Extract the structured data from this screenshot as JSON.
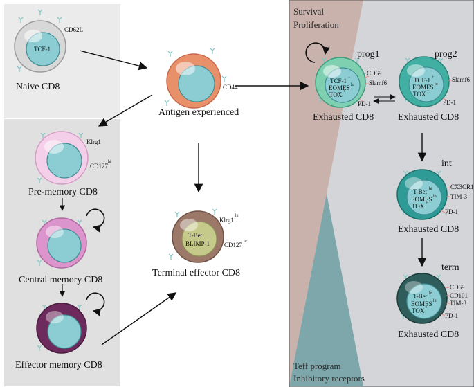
{
  "panels": {
    "survival_label": "Survival",
    "proliferation_label": "Proliferation",
    "teff_label": "Teff program",
    "inhibitory_label": "Inhibitory receptors"
  },
  "cells": {
    "naive": {
      "label": "Naive CD8",
      "nucleus": "TCF-1",
      "marker": "CD62L"
    },
    "antigen": {
      "label": "Antigen experienced",
      "marker": "CD44"
    },
    "premem": {
      "label": "Pre-memory CD8",
      "marker1": "Klrg1",
      "marker2": "CD127",
      "marker2_sup": "hi"
    },
    "central": {
      "label": "Central memory CD8"
    },
    "effmem": {
      "label": "Effector memory CD8"
    },
    "terminal": {
      "label": "Terminal effector CD8",
      "nucleus1": "T-Bet",
      "nucleus2": "BLIMP-1",
      "marker1": "Klrg1",
      "marker1_sup": "hi",
      "marker2": "CD127",
      "marker2_sup": "lo"
    },
    "prog1": {
      "title": "prog1",
      "label": "Exhausted CD8",
      "n1": "TCF-1",
      "n1_sup": "+",
      "n2": "EOMES",
      "n2_sup": "lo",
      "n3": "TOX",
      "n3_sup": "+",
      "m1": "CD69",
      "m2": "Slamf6",
      "m3": "PD-1"
    },
    "prog2": {
      "title": "prog2",
      "label": "Exhausted CD8",
      "n1": "TCF-1",
      "n1_sup": "+",
      "n2": "EOMES",
      "n2_sup": "lo",
      "n3": "TOX",
      "n3_sup": "+",
      "m1": "Slamf6",
      "m2": "PD-1"
    },
    "int": {
      "title": "int",
      "label": "Exhausted CD8",
      "n1": "T-Bet",
      "n1_sup": "hi",
      "n2": "EOMES",
      "n2_sup": "lo",
      "n3": "TOX",
      "n3_sup": "+",
      "m1": "CX3CR1",
      "m2": "TIM-3",
      "m3": "PD-1"
    },
    "term": {
      "title": "term",
      "label": "Exhausted CD8",
      "n1": "T-Bet",
      "n1_sup": "lo",
      "n2": "EOMES",
      "n2_sup": "hi",
      "n3": "TOX",
      "n3_sup": "+",
      "m1": "CD69",
      "m2": "CD101",
      "m3": "TIM-3",
      "m4": "PD-1"
    }
  },
  "colors": {
    "naive_outer": "#d8d8d8",
    "antigen_outer": "#e7906a",
    "premem_outer": "#f4cfe9",
    "central_outer": "#dc94cc",
    "effmem_outer": "#6d2a5c",
    "terminal_outer": "#9b7868",
    "terminal_nucleus": "#c5c98a",
    "prog1_outer": "#7fd0b0",
    "prog2_outer": "#41b0a3",
    "int_outer": "#2e9b96",
    "term_outer": "#2f5d5b",
    "nucleus": "#8ccdd3",
    "receptor": "#7cc4c4"
  }
}
